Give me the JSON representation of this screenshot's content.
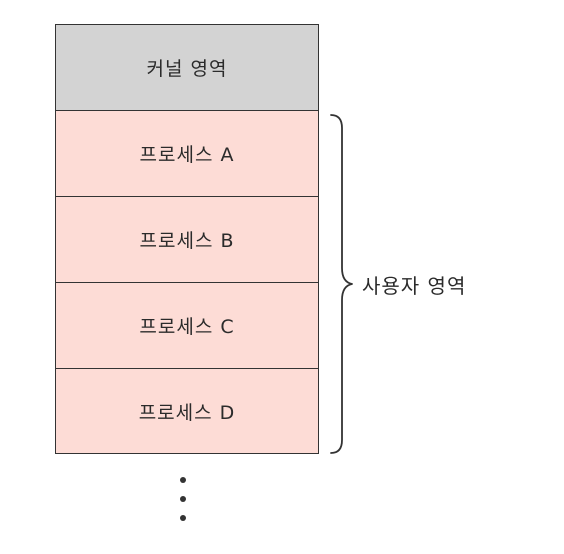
{
  "memory": {
    "kernel_label": "커널 영역",
    "processes": [
      {
        "label": "프로세스 A"
      },
      {
        "label": "프로세스 B"
      },
      {
        "label": "프로세스 C"
      },
      {
        "label": "프로세스 D"
      }
    ]
  },
  "user_area_label": "사용자 영역",
  "colors": {
    "kernel_fill": "#d3d3d3",
    "process_fill": "#fddcd6",
    "stroke": "#333333"
  },
  "icons": {
    "brace": "right-curly-brace-icon",
    "continuation": "vertical-ellipsis-icon"
  }
}
